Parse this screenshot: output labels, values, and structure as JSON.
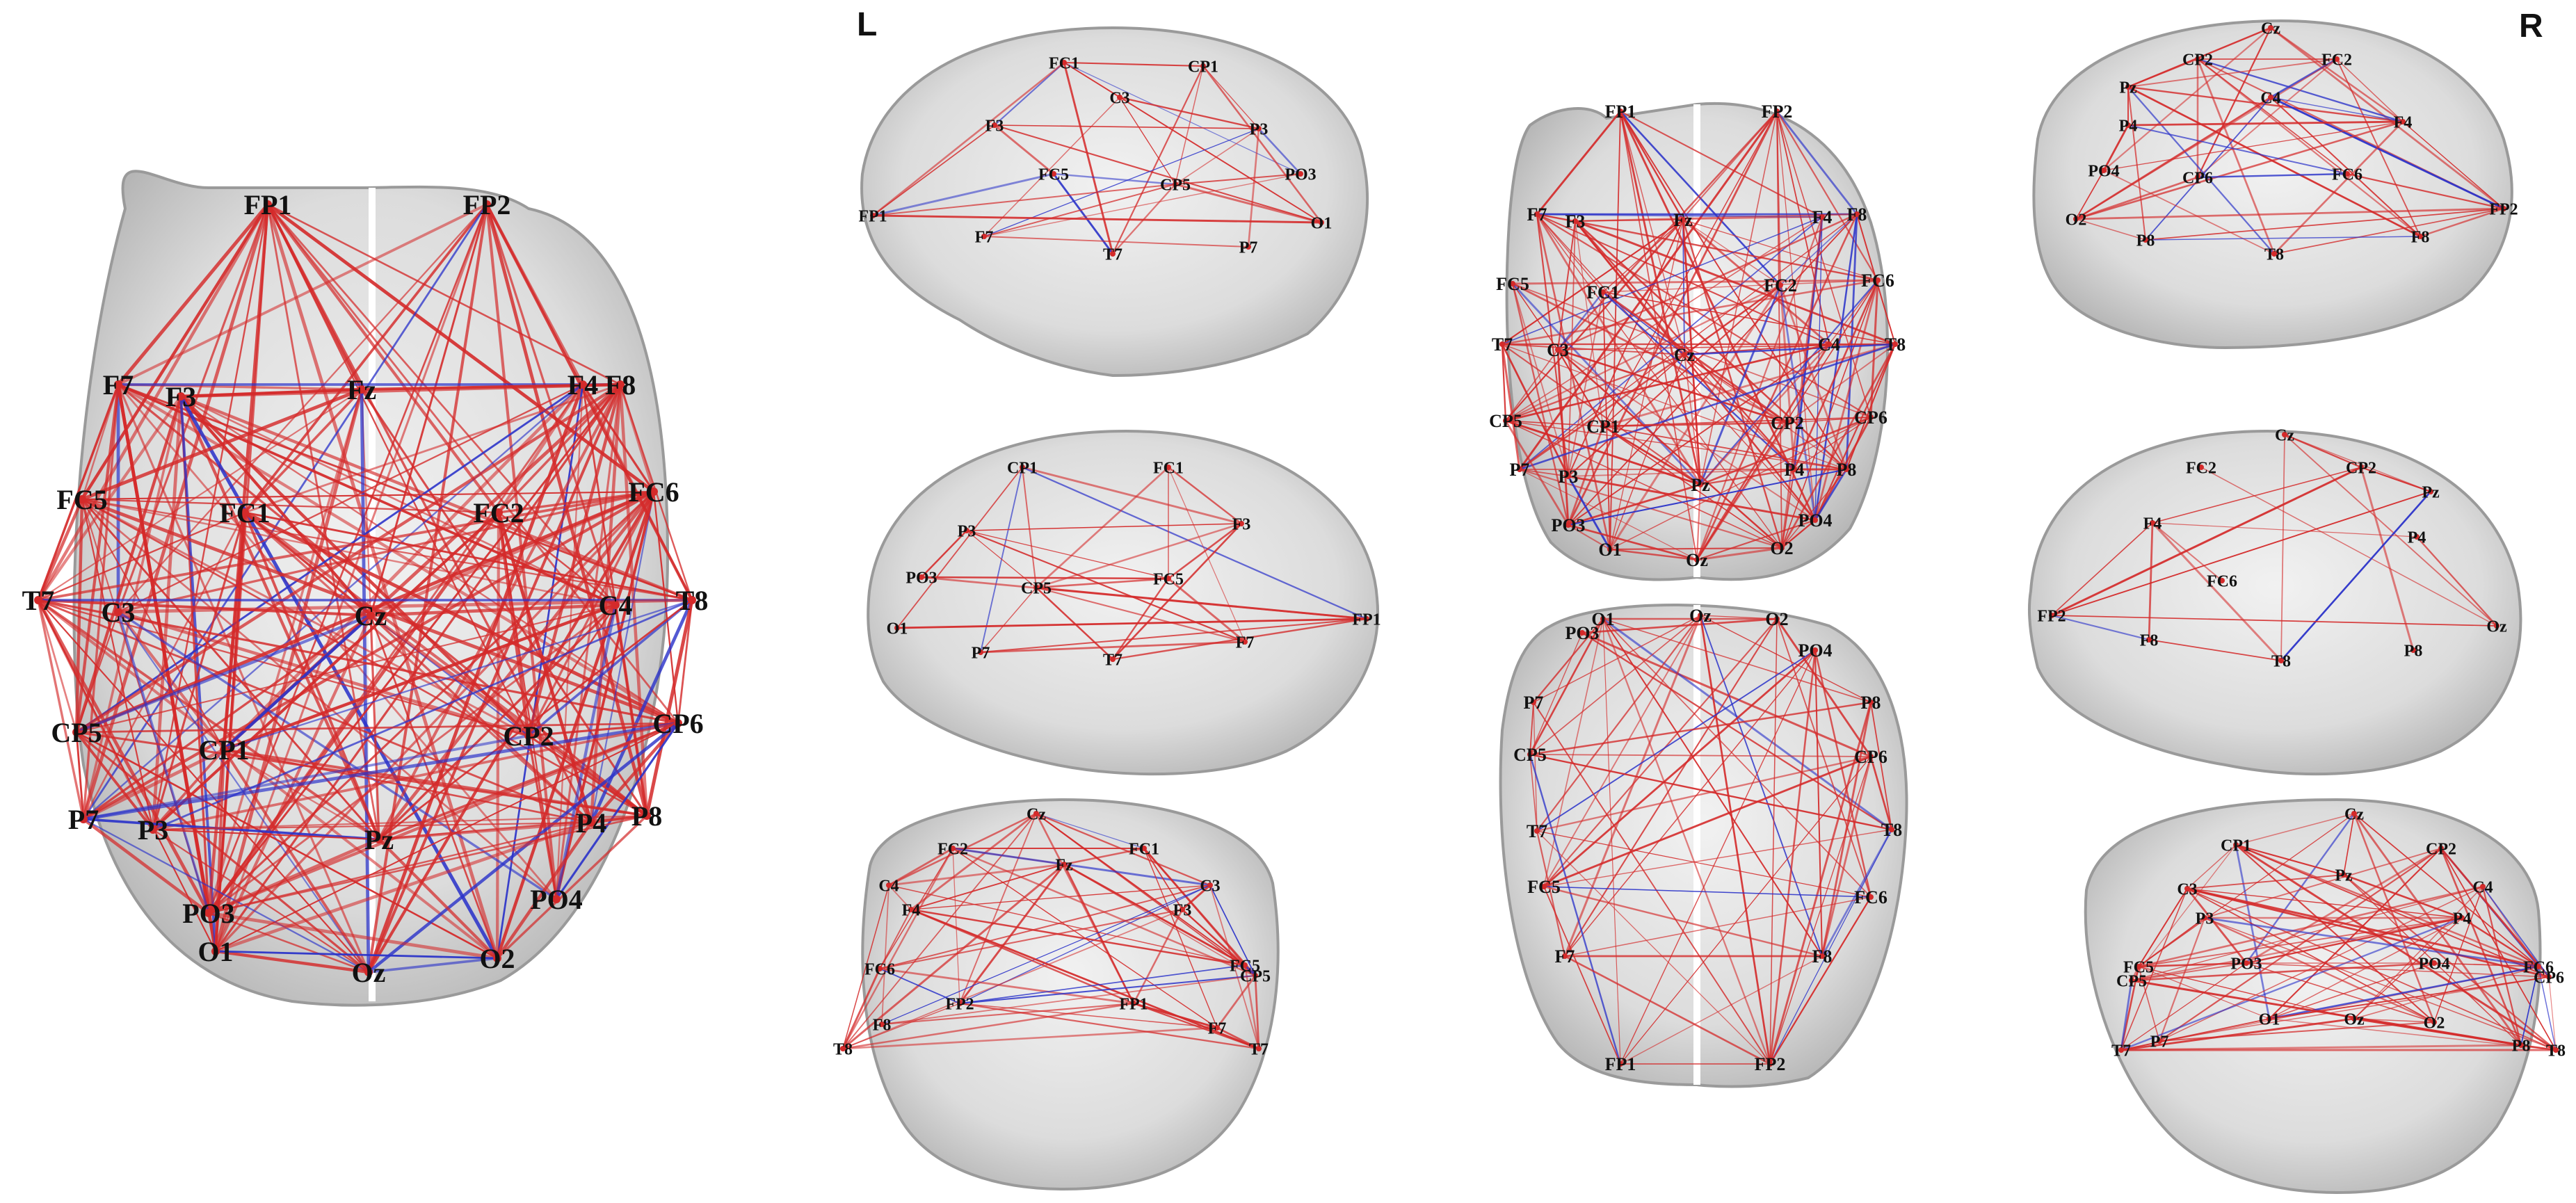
{
  "figure": {
    "left_hemisphere_label": "L",
    "right_hemisphere_label": "R"
  },
  "colors": {
    "positive_edge": "#d42a2a",
    "negative_edge": "#2b33c9",
    "brain_fill": "#d4d4d4",
    "label_text": "#111111"
  },
  "channels": [
    "FP1",
    "FP2",
    "F7",
    "F3",
    "Fz",
    "F4",
    "F8",
    "FC5",
    "FC1",
    "FC2",
    "FC6",
    "T7",
    "C3",
    "Cz",
    "C4",
    "T8",
    "CP5",
    "CP1",
    "CP2",
    "CP6",
    "P7",
    "P3",
    "Pz",
    "P4",
    "P8",
    "PO3",
    "PO4",
    "O1",
    "Oz",
    "O2"
  ],
  "views": [
    {
      "id": "top-view-large",
      "labels": [
        "FP1",
        "FP2",
        "F7",
        "F3",
        "Fz",
        "F4",
        "F8",
        "FC5",
        "FC1",
        "FC2",
        "FC6",
        "T7",
        "C3",
        "Cz",
        "C4",
        "T8",
        "CP5",
        "CP1",
        "CP2",
        "CP6",
        "P7",
        "P3",
        "Pz",
        "P4",
        "P8",
        "PO3",
        "PO4",
        "O1",
        "Oz",
        "O2"
      ]
    },
    {
      "id": "left-lateral-view",
      "labels": [
        "FC1",
        "CP1",
        "F3",
        "C3",
        "P3",
        "FC5",
        "CP5",
        "PO3",
        "FP1",
        "F7",
        "T7",
        "P7",
        "O1"
      ]
    },
    {
      "id": "left-medial-view",
      "labels": [
        "CP1",
        "FC1",
        "P3",
        "F3",
        "PO3",
        "CP5",
        "FC5",
        "O1",
        "FP1",
        "F7",
        "P7",
        "T7"
      ]
    },
    {
      "id": "frontal-view",
      "labels": [
        "Cz",
        "FC2",
        "Fz",
        "FC1",
        "C4",
        "C3",
        "F4",
        "F3",
        "FC6",
        "FC5",
        "CP5",
        "FP2",
        "FP1",
        "F8",
        "F7",
        "T8",
        "T7"
      ]
    },
    {
      "id": "top-view-small",
      "labels": [
        "FP1",
        "FP2",
        "F7",
        "F3",
        "Fz",
        "F4",
        "F8",
        "FC5",
        "FC1",
        "FC2",
        "FC6",
        "T7",
        "C3",
        "Cz",
        "C4",
        "T8",
        "CP5",
        "CP1",
        "CP2",
        "CP6",
        "P7",
        "P3",
        "Pz",
        "P4",
        "P8",
        "PO3",
        "PO4",
        "O1",
        "Oz",
        "O2"
      ]
    },
    {
      "id": "bottom-view",
      "labels": [
        "PO3",
        "O1",
        "Oz",
        "O2",
        "PO4",
        "P7",
        "P8",
        "CP5",
        "CP6",
        "T7",
        "T8",
        "FC5",
        "FC6",
        "F7",
        "F8",
        "FP1",
        "FP2"
      ]
    },
    {
      "id": "right-lateral-view",
      "labels": [
        "Cz",
        "CP2",
        "FC2",
        "Pz",
        "C4",
        "F4",
        "P4",
        "FC6",
        "PO4",
        "CP6",
        "O2",
        "FP2",
        "P8",
        "T8",
        "F8"
      ]
    },
    {
      "id": "right-medial-view",
      "labels": [
        "Cz",
        "FC2",
        "CP2",
        "Pz",
        "F4",
        "FC6",
        "P4",
        "FP2",
        "F8",
        "T8",
        "P8",
        "Oz"
      ]
    },
    {
      "id": "posterior-view",
      "labels": [
        "Cz",
        "CP1",
        "CP2",
        "Pz",
        "C3",
        "C4",
        "P3",
        "P4",
        "FC5",
        "PO3",
        "PO4",
        "FC6",
        "CP5",
        "CP6",
        "T7",
        "P7",
        "O1",
        "Oz",
        "O2",
        "P8",
        "T8"
      ]
    }
  ]
}
